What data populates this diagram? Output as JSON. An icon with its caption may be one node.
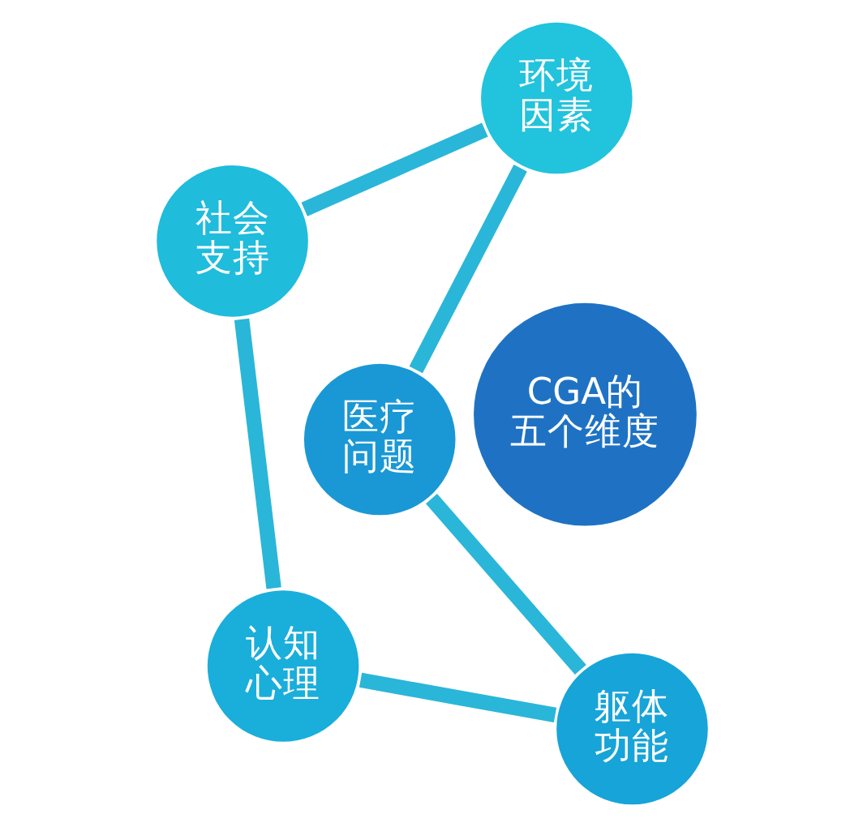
{
  "diagram": {
    "nodes": [
      {
        "text": [
          "医疗问题"
        ]
      },
      {
        "text": [
          "躯体功能"
        ]
      },
      {
        "text": [
          "认知心理"
        ]
      },
      {
        "text": [
          "社会支持"
        ]
      },
      {
        "text": [
          "环境因素"
        ]
      },
      {
        "text": [
          "CGA的五个维度"
        ]
      }
    ],
    "edges": [
      {
        "from": 0,
        "to": 1,
        "arrow": "none"
      },
      {
        "from": 1,
        "to": 2,
        "arrow": "none"
      },
      {
        "from": 2,
        "to": 3,
        "arrow": "none"
      },
      {
        "from": 3,
        "to": 4,
        "arrow": "none"
      },
      {
        "from": 4,
        "to": 0,
        "arrow": "none"
      }
    ]
  }
}
